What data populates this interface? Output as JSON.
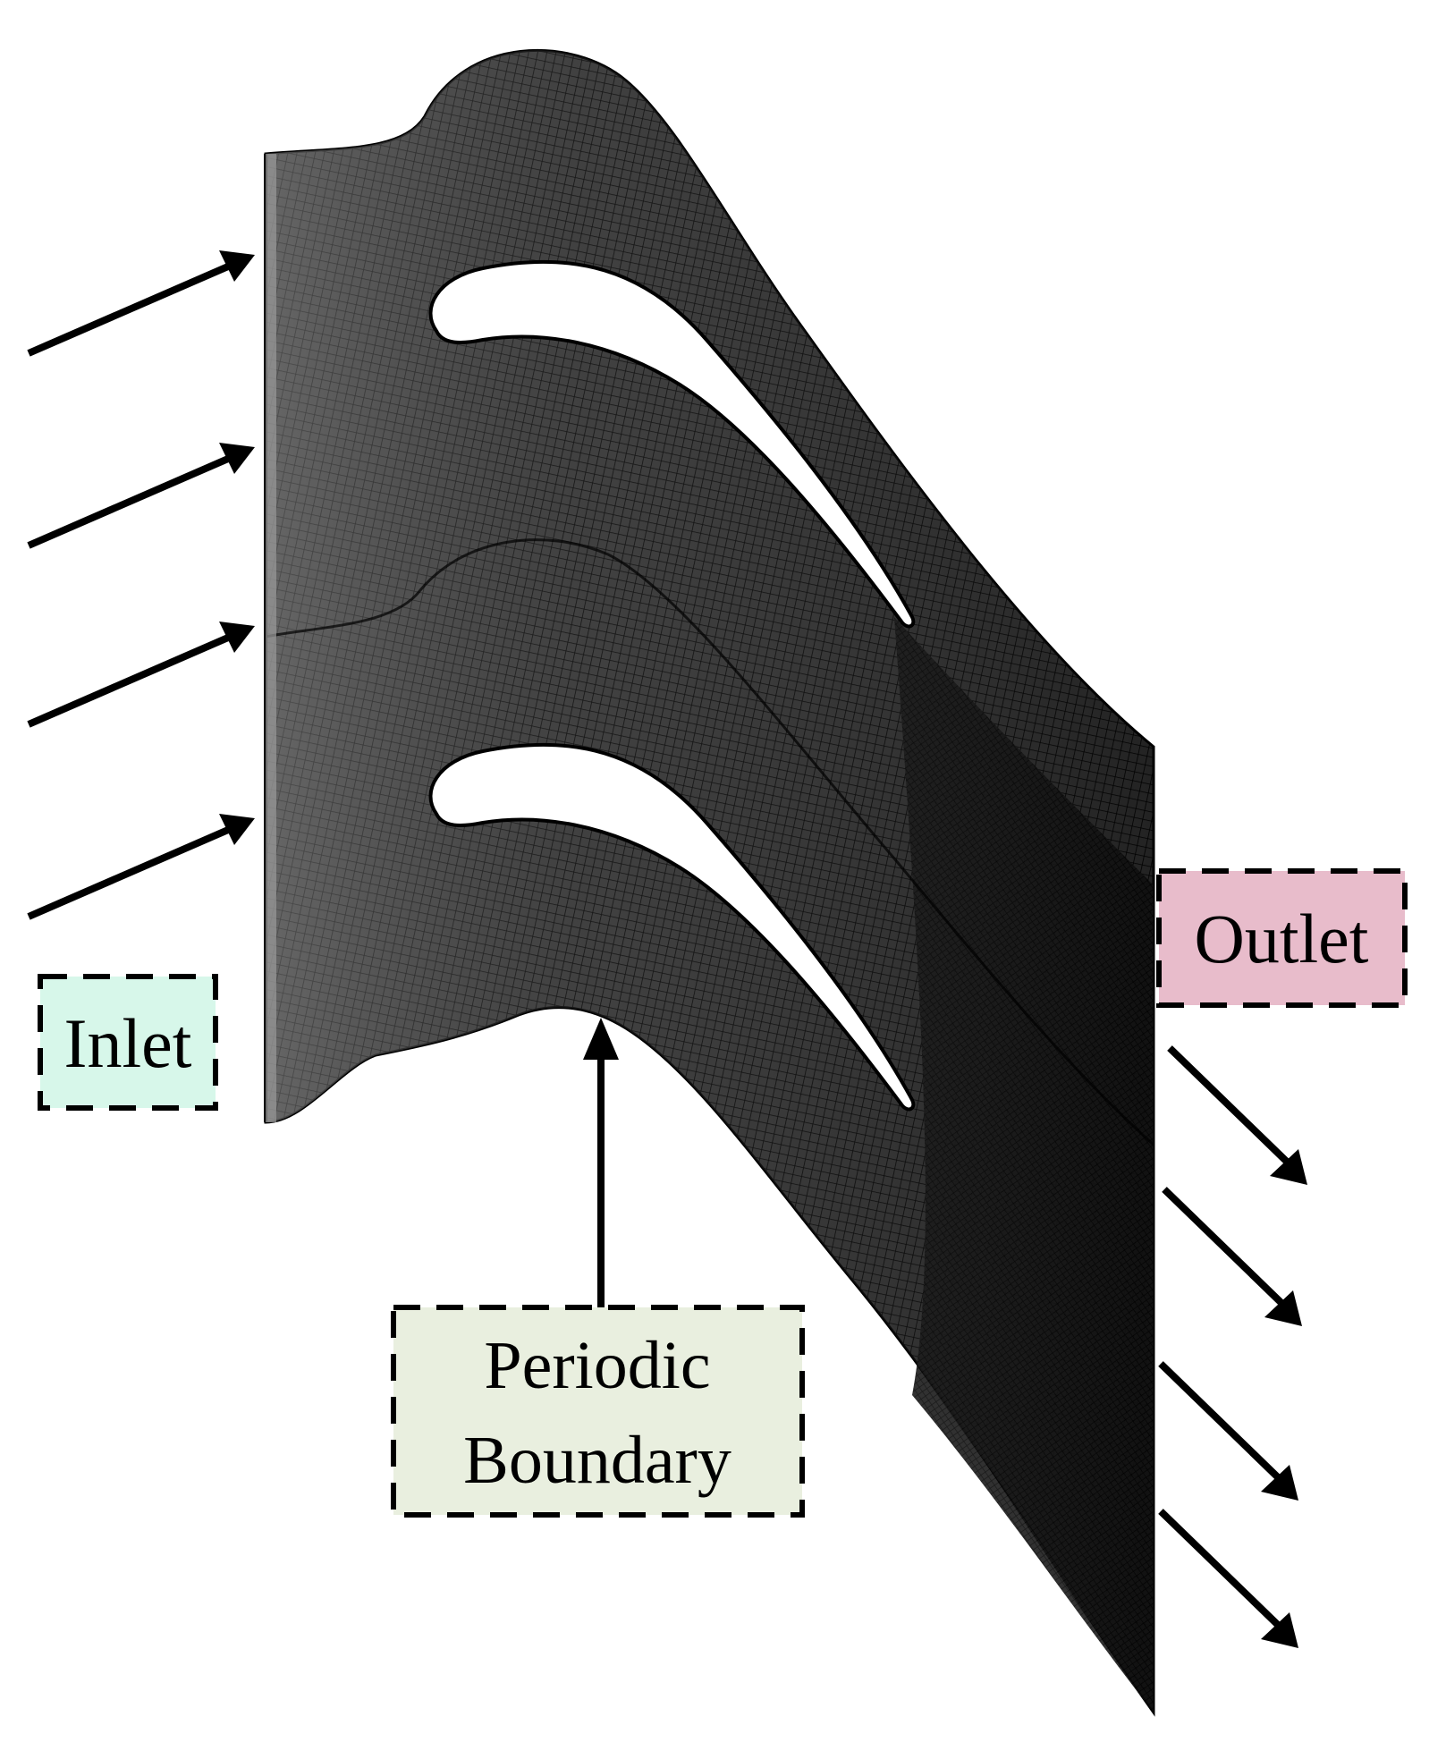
{
  "labels": {
    "inlet": "Inlet",
    "outlet": "Outlet",
    "periodic_line1": "Periodic",
    "periodic_line2": "Boundary"
  },
  "colors": {
    "inlet_box": "#d7f7ea",
    "outlet_box": "#e8bccb",
    "periodic_box": "#e9efdf",
    "mesh_fill": "#2b2b2b",
    "mesh_line": "#000000",
    "arrow": "#000000",
    "background": "#ffffff"
  },
  "icons": {
    "inlet_flow": "arrow-right-up-icon",
    "outlet_flow": "arrow-right-down-icon",
    "pointer": "arrow-up-icon"
  }
}
